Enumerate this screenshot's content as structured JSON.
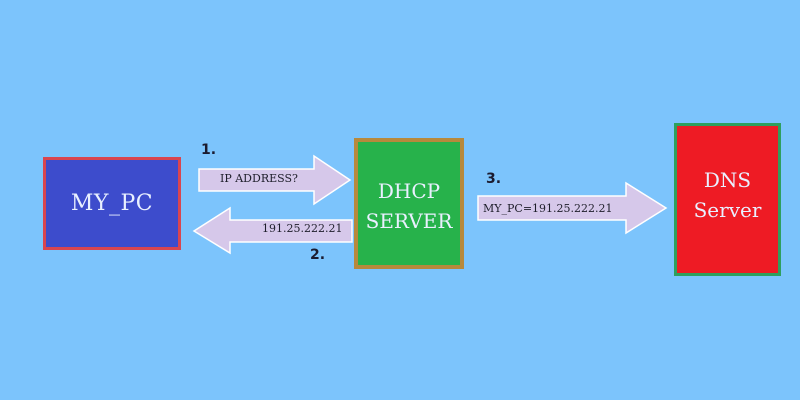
{
  "nodes": {
    "my_pc": "MY_PC",
    "dhcp": [
      "DHCP",
      "SERVER"
    ],
    "dns": [
      "DNS",
      "Server"
    ]
  },
  "steps": {
    "one": "1.",
    "two": "2.",
    "three": "3."
  },
  "arrows": {
    "request": "IP ADDRESS?",
    "response": "191.25.222.21",
    "register": "MY_PC=191.25.222.21"
  },
  "colors": {
    "background": "#7cc4fc",
    "arrow_fill": "#d6c8ea",
    "my_pc_fill": "#3d4ccc",
    "dhcp_fill": "#27b24b",
    "dns_fill": "#ee1b24"
  }
}
